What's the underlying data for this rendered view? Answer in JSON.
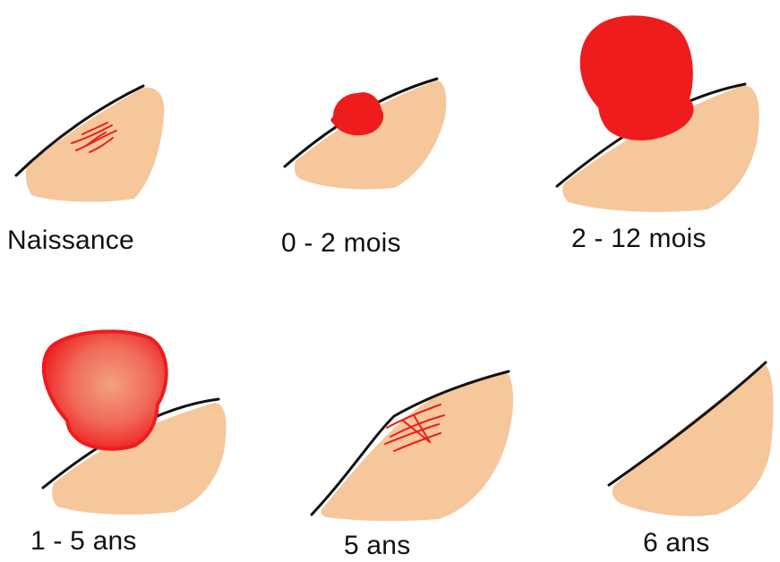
{
  "colors": {
    "skin": "#f5c79b",
    "outline": "#111111",
    "lesion": "#ee1c1c",
    "lesion_light": "#f3a27e"
  },
  "stages": [
    {
      "id": "naissance",
      "label": "Naissance"
    },
    {
      "id": "0-2-mois",
      "label": "0 - 2 mois"
    },
    {
      "id": "2-12-mois",
      "label": "2 - 12 mois"
    },
    {
      "id": "1-5-ans",
      "label": "1 - 5 ans"
    },
    {
      "id": "5-ans",
      "label": "5 ans"
    },
    {
      "id": "6-ans",
      "label": "6 ans"
    }
  ]
}
